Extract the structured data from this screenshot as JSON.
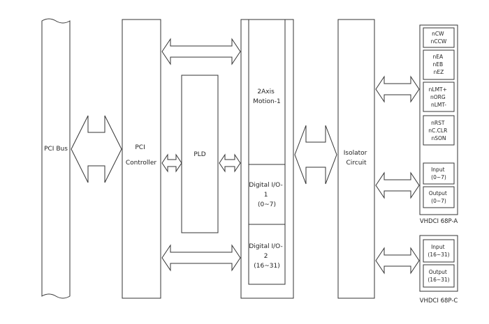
{
  "pci_bus": {
    "label": "PCI Bus"
  },
  "pci_controller": {
    "lines": [
      "PCI",
      "Controller"
    ]
  },
  "pld": {
    "label": "PLD"
  },
  "motion": {
    "lines": [
      "2Axis",
      "Motion-1"
    ]
  },
  "dio1": {
    "lines": [
      "Digital I/O-",
      "1",
      "(0~7)"
    ]
  },
  "dio2": {
    "lines": [
      "Digital I/O-",
      "2",
      "(16~31)"
    ]
  },
  "isolator": {
    "lines": [
      "Isolator",
      "Circuit"
    ]
  },
  "connector_a": {
    "caption": "VHDCI 68P-A",
    "signal_groups": [
      [
        "nCW",
        "nCCW"
      ],
      [
        "nEA",
        "nEB",
        "nEZ"
      ],
      [
        "nLMT+",
        "nORG",
        "nLMT-"
      ],
      [
        "nRST",
        "nC.CLR",
        "nSON"
      ]
    ],
    "io": [
      {
        "title": "Input",
        "range": "(0~7)"
      },
      {
        "title": "Output",
        "range": "(0~7)"
      }
    ]
  },
  "connector_c": {
    "caption": "VHDCI 68P-C",
    "io": [
      {
        "title": "Input",
        "range": "(16~31)"
      },
      {
        "title": "Output",
        "range": "(16~31)"
      }
    ]
  }
}
